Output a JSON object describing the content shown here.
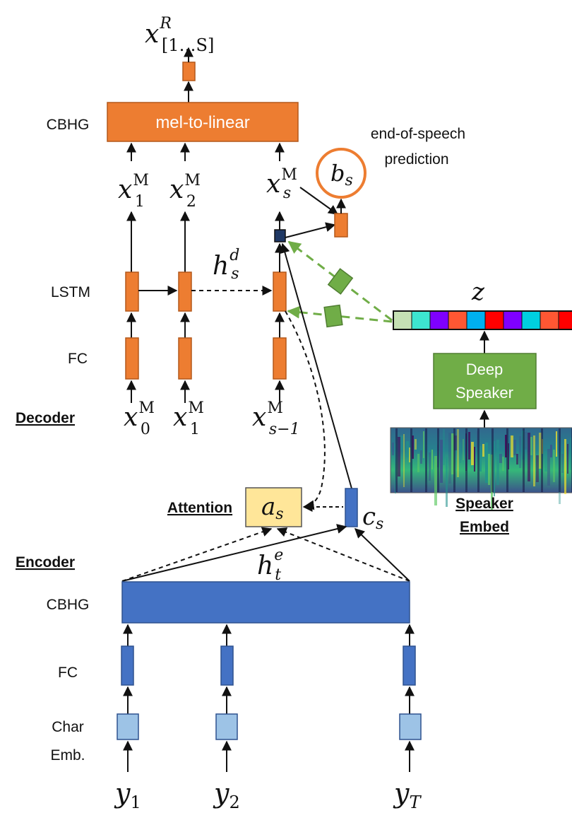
{
  "labels": {
    "cbhg_decoder": "CBHG",
    "mel_to_linear": "mel-to-linear",
    "lstm": "LSTM",
    "fc_decoder": "FC",
    "decoder": "Decoder",
    "end_of_speech_1": "end-of-speech",
    "end_of_speech_2": "prediction",
    "deep_speaker_1": "Deep",
    "deep_speaker_2": "Speaker",
    "speaker_embed_1": "Speaker",
    "speaker_embed_2": "Embed",
    "attention": "Attention",
    "encoder": "Encoder",
    "cbhg_encoder": "CBHG",
    "fc_encoder": "FC",
    "char_emb_1": "Char",
    "char_emb_2": "Emb."
  },
  "math": {
    "x_R": {
      "base": "x",
      "sup": "R",
      "sub": "[1…S]"
    },
    "x1M": {
      "base": "x",
      "sup": "M",
      "sub": "1"
    },
    "x2M": {
      "base": "x",
      "sup": "M",
      "sub": "2"
    },
    "xsM": {
      "base": "x",
      "sup": "M",
      "sub": "s"
    },
    "x0M": {
      "base": "x",
      "sup": "M",
      "sub": "0"
    },
    "x1M_in": {
      "base": "x",
      "sup": "M",
      "sub": "1"
    },
    "xs1M": {
      "base": "x",
      "sup": "M",
      "sub": "s−1"
    },
    "hsd": {
      "base": "h",
      "sup": "d",
      "sub": "s"
    },
    "bs": {
      "base": "b",
      "sub": "s"
    },
    "z": {
      "base": "z"
    },
    "as": {
      "base": "a",
      "sub": "s"
    },
    "cs": {
      "base": "c",
      "sub": "s"
    },
    "hte": {
      "base": "h",
      "sup": "e",
      "sub": "t"
    },
    "y1": {
      "base": "y",
      "sub": "1"
    },
    "y2": {
      "base": "y",
      "sub": "2"
    },
    "yT": {
      "base": "y",
      "sub": "T"
    }
  },
  "colors": {
    "orange": "#ED7D31",
    "orange_stroke": "#B3581B",
    "blue": "#4472C4",
    "blue_stroke": "#2F528F",
    "light_blue": "#9DC3E6",
    "navy": "#1F3864",
    "green": "#70AD47",
    "green_stroke": "#507E32",
    "attention_fill": "#FFE699",
    "embed_cells": [
      "#C5E0B4",
      "#3DE5CF",
      "#7F00FF",
      "#FF5733",
      "#00B0F0",
      "#FF0000",
      "#7F00FF",
      "#00D0E0",
      "#FF5733",
      "#FF0000"
    ],
    "spectrogram": [
      "#440154",
      "#3B528B",
      "#21918C",
      "#5EC962",
      "#FDE725"
    ]
  }
}
